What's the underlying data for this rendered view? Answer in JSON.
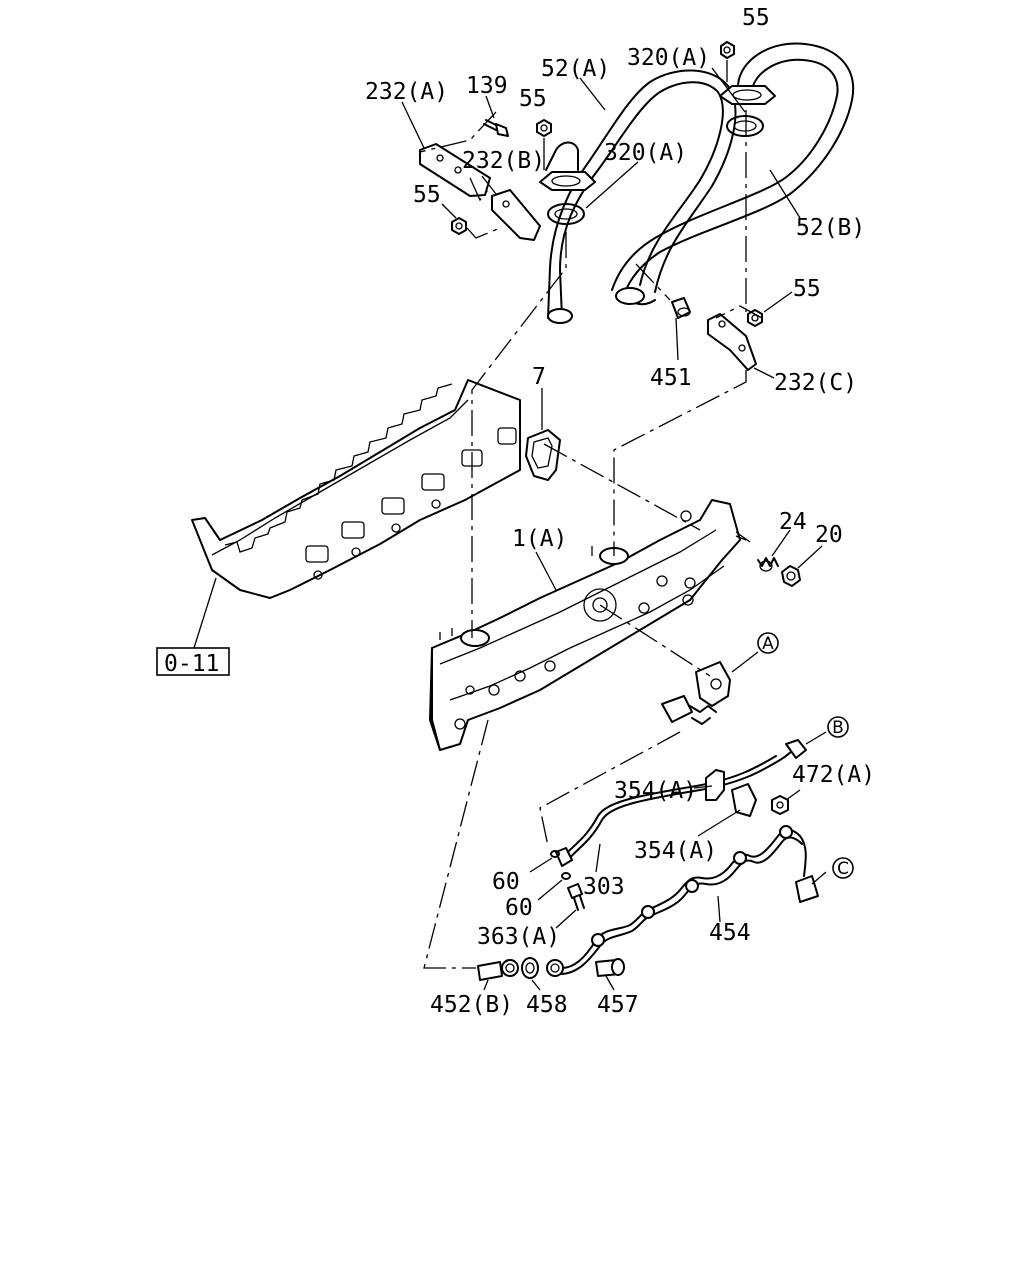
{
  "labels": {
    "p55_top": "55",
    "p320a_top": "320(A)",
    "p52a": "52(A)",
    "p232a": "232(A)",
    "p139": "139",
    "p55_b": "55",
    "p320a_mid": "320(A)",
    "p232b": "232(B)",
    "p55_c": "55",
    "p52b": "52(B)",
    "p55_d": "55",
    "p451": "451",
    "p232c": "232(C)",
    "p7": "7",
    "p24": "24",
    "p20": "20",
    "p1a": "1(A)",
    "ref_0_11": "0-11",
    "p354a_1": "354(A)",
    "p472a": "472(A)",
    "p354a_2": "354(A)",
    "p60_1": "60",
    "p303": "303",
    "p60_2": "60",
    "p454": "454",
    "p363a": "363(A)",
    "p452b": "452(B)",
    "p458": "458",
    "p457": "457"
  },
  "callouts": {
    "A": "A",
    "B": "B",
    "C": "C"
  }
}
